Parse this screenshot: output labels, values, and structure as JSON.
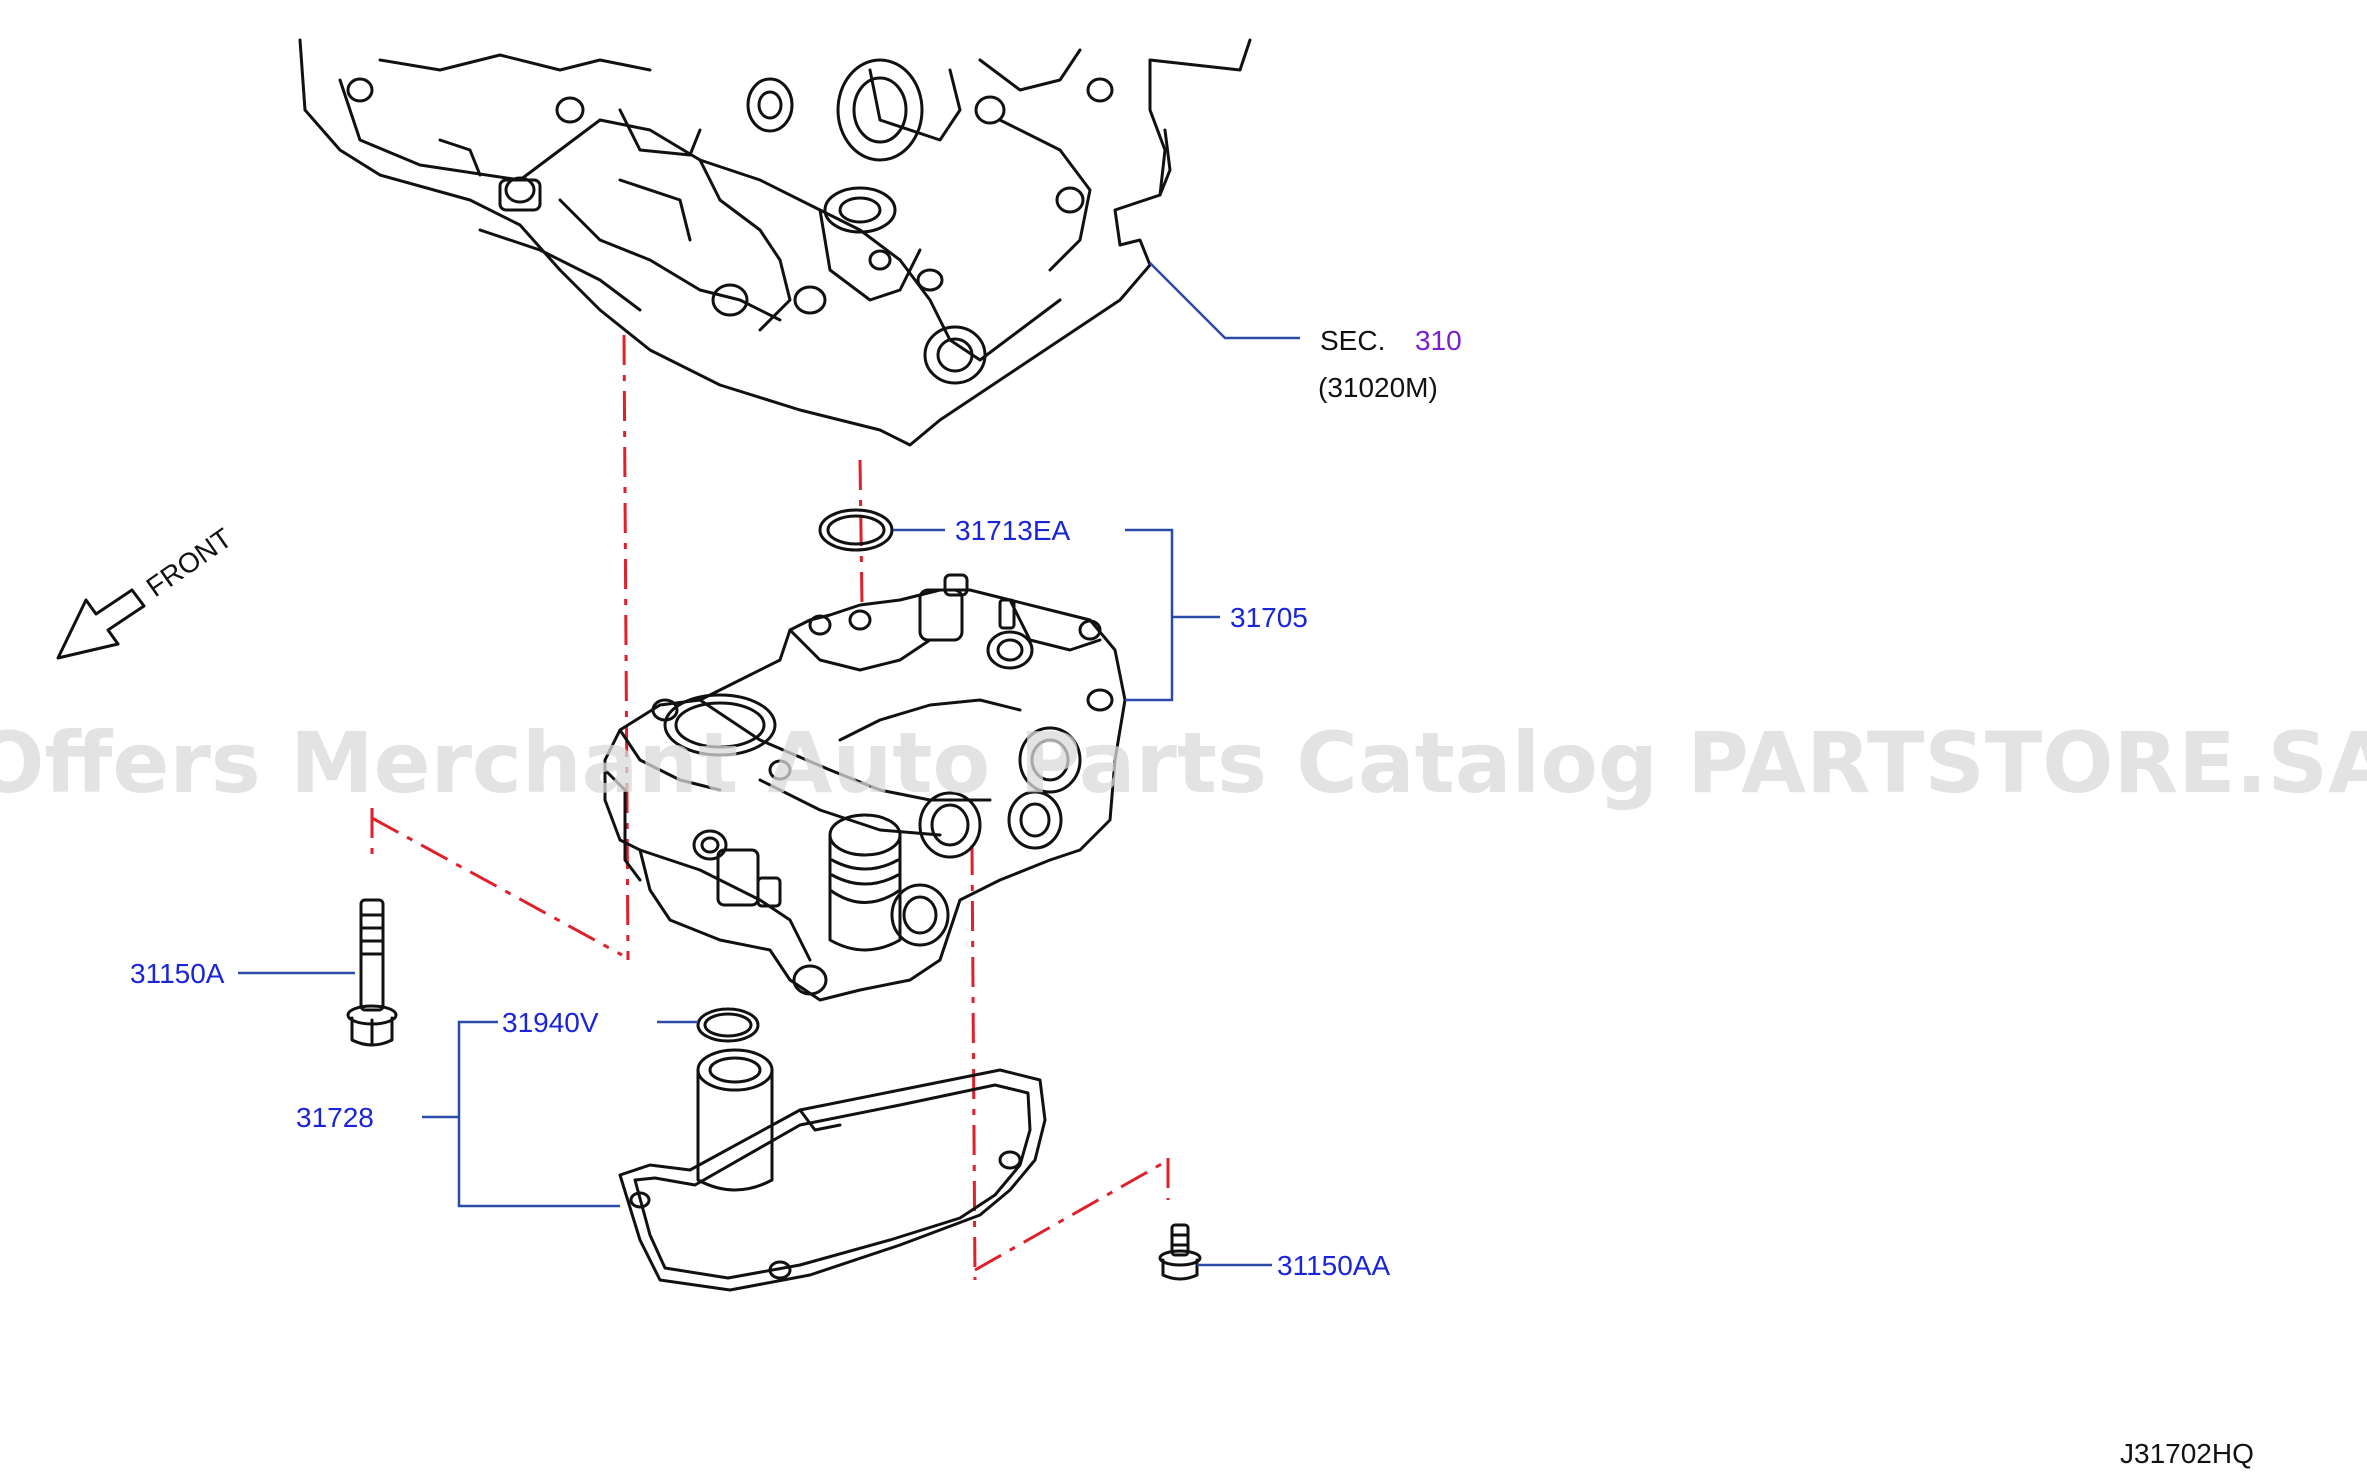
{
  "labels": {
    "sec_prefix": "SEC.",
    "sec_number": "310",
    "sec_sub": "(31020M)",
    "front": "FRONT",
    "part_31713EA": "31713EA",
    "part_31705": "31705",
    "part_31150A": "31150A",
    "part_31940V": "31940V",
    "part_31728": "31728",
    "part_31150AA": "31150AA",
    "diagram_code": "J31702HQ"
  },
  "watermark": "Offers Merchant Auto Parts Catalog PARTSTORE.SA",
  "colors": {
    "part_number": "#1a24d8",
    "section_link": "#7a1fd0",
    "leader_line": "#2a4ba8",
    "centerline": "#e0202a",
    "watermark": "#d9d9d9"
  }
}
